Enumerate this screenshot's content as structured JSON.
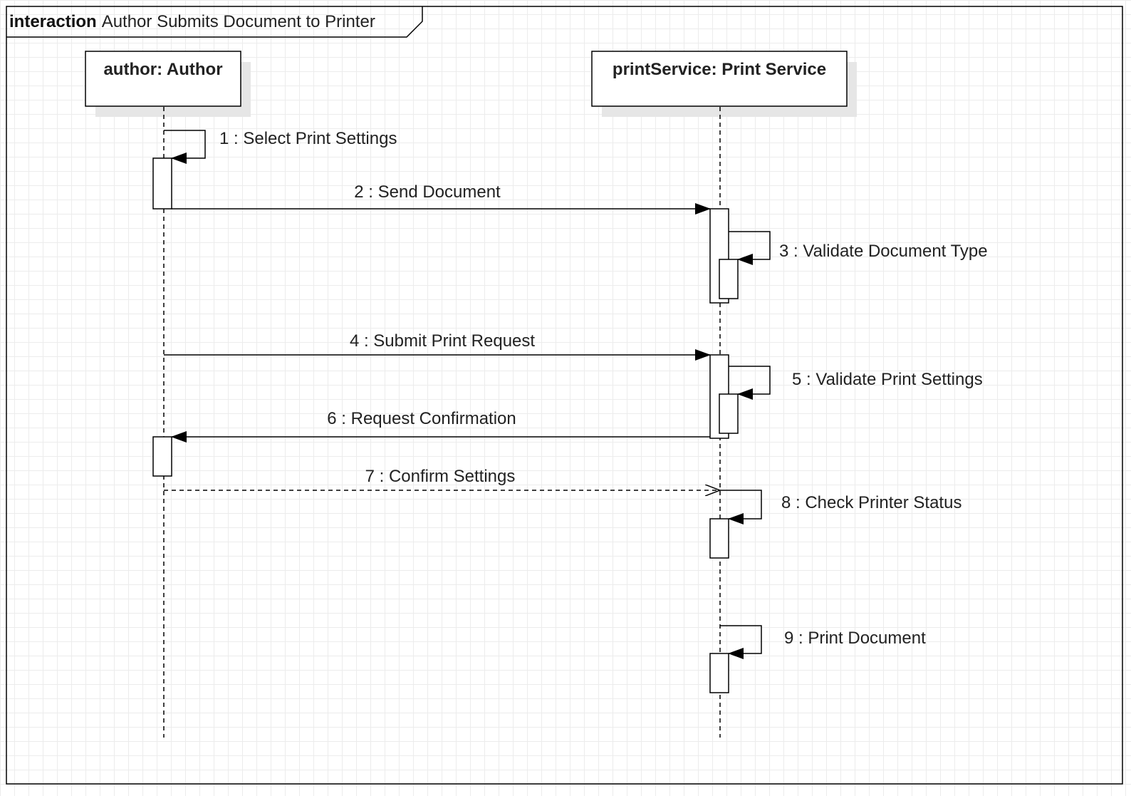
{
  "frame": {
    "keyword": "interaction",
    "title": "Author Submits Document to Printer"
  },
  "lifelines": [
    {
      "id": "author",
      "label": "author: Author"
    },
    {
      "id": "printService",
      "label": "printService: Print Service"
    }
  ],
  "messages": [
    {
      "from": "author",
      "to": "author",
      "kind": "self-call",
      "label": "1 : Select Print Settings"
    },
    {
      "from": "author",
      "to": "printService",
      "kind": "sync",
      "label": "2 : Send Document"
    },
    {
      "from": "printService",
      "to": "printService",
      "kind": "self-call",
      "label": "3 : Validate Document Type"
    },
    {
      "from": "author",
      "to": "printService",
      "kind": "sync",
      "label": "4 : Submit Print Request"
    },
    {
      "from": "printService",
      "to": "printService",
      "kind": "self-call",
      "label": "5 : Validate Print Settings"
    },
    {
      "from": "printService",
      "to": "author",
      "kind": "sync",
      "label": "6 : Request Confirmation"
    },
    {
      "from": "author",
      "to": "printService",
      "kind": "reply",
      "label": "7 : Confirm Settings"
    },
    {
      "from": "printService",
      "to": "printService",
      "kind": "self-call",
      "label": "8 : Check Printer Status"
    },
    {
      "from": "printService",
      "to": "printService",
      "kind": "self-call",
      "label": "9 : Print Document"
    }
  ],
  "colors": {
    "line": "#000000",
    "text": "#222222",
    "grid": "#ececec",
    "background": "#ffffff",
    "shadow": "#e6e6e6"
  }
}
